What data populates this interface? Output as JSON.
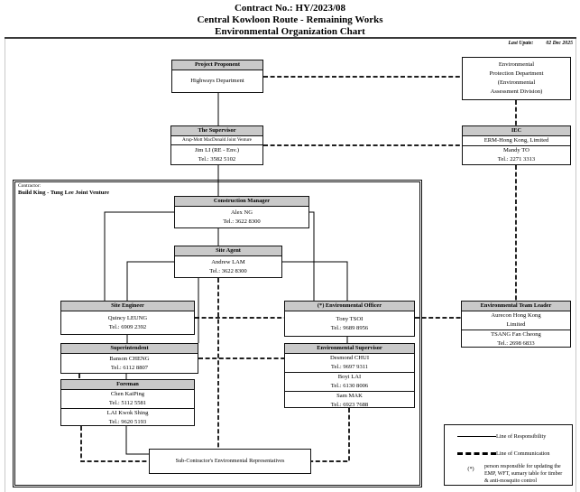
{
  "colors": {
    "box_header_fill": "#c9c9c9",
    "line_color": "#000000",
    "page_background": "#ffffff"
  },
  "header": {
    "contract_no": "Contract No.: HY/2023/08",
    "project_title": "Central Kowloon Route - Remaining Works",
    "chart_title": "Environmental Organization Chart",
    "last_update_label": "Last Upate:",
    "last_update_value": "02 Dec 2025"
  },
  "contractor_frame": {
    "label": "Contractor:",
    "company": "Build King - Tung Lee Joint Venture"
  },
  "org": {
    "project_proponent": {
      "header": "Project Proponent",
      "department": "Highways Department"
    },
    "epd": {
      "lines": [
        "Environmental",
        "Protection Department",
        "(Environmental",
        "Assessment Division)"
      ]
    },
    "supervisor": {
      "header": "The Supervisor",
      "firm": "Arup-Mott MacDonald Joint Venture",
      "person": "Jim LI (RE - Env.)",
      "tel": "Tel.: 3582 5102"
    },
    "iec": {
      "header": "IEC",
      "firm": "ERM-Hong Kong, Limited",
      "person": "Mandy TO",
      "tel": "Tel.: 2271 3313"
    },
    "construction_manager": {
      "header": "Construction Manager",
      "person": "Alex NG",
      "tel": "Tel.: 3622 8300"
    },
    "site_agent": {
      "header": "Site Agent",
      "person": "Andrew LAM",
      "tel": "Tel.: 3622 8300"
    },
    "site_engineer": {
      "header": "Site Engineer",
      "person": "Quincy LEUNG",
      "tel": "Tel.: 6909 2392"
    },
    "environmental_officer": {
      "header": "(*) Environmental Officer",
      "person": "Tony TSOI",
      "tel": "Tel.: 9689 8956"
    },
    "environmental_team_leader": {
      "header": "Environmental Team Leader",
      "firm_line1": "Aurecon Hong Kong",
      "firm_line2": "Limited",
      "person": "TSANG Fan Cheong",
      "tel": "Tel.: 2698 6833"
    },
    "superintendent": {
      "header": "Superintendent",
      "person": "Banson CHENG",
      "tel": "Tel.: 6112 8807"
    },
    "environmental_supervisor": {
      "header": "Environmental Supervisor",
      "members": [
        {
          "person": "Desmond CHUI",
          "tel": "Tel.: 9697 9311"
        },
        {
          "person": "Boyi LAI",
          "tel": "Tel.: 6130 8006"
        },
        {
          "person": "Sam MAK",
          "tel": "Tel.: 6923 7688"
        }
      ]
    },
    "foreman": {
      "header": "Foreman",
      "members": [
        {
          "person": "Chen KaiPing",
          "tel": "Tel.: 5112 5581"
        },
        {
          "person": "LAI Kwok Shing",
          "tel": "Tel.: 9620 5193"
        }
      ]
    },
    "sub_contractor": {
      "body": "Sub-Contractor's Environmental Representatives"
    }
  },
  "legend": {
    "responsibility": "Line of Responsibility",
    "communication": "Line of Communication",
    "asterisk_symbol": "(*)",
    "asterisk_line1": "person responsible for updating the",
    "asterisk_line2": "EMP, WFT, sumary table for timber",
    "asterisk_line3": "& anti-mosquito control"
  }
}
